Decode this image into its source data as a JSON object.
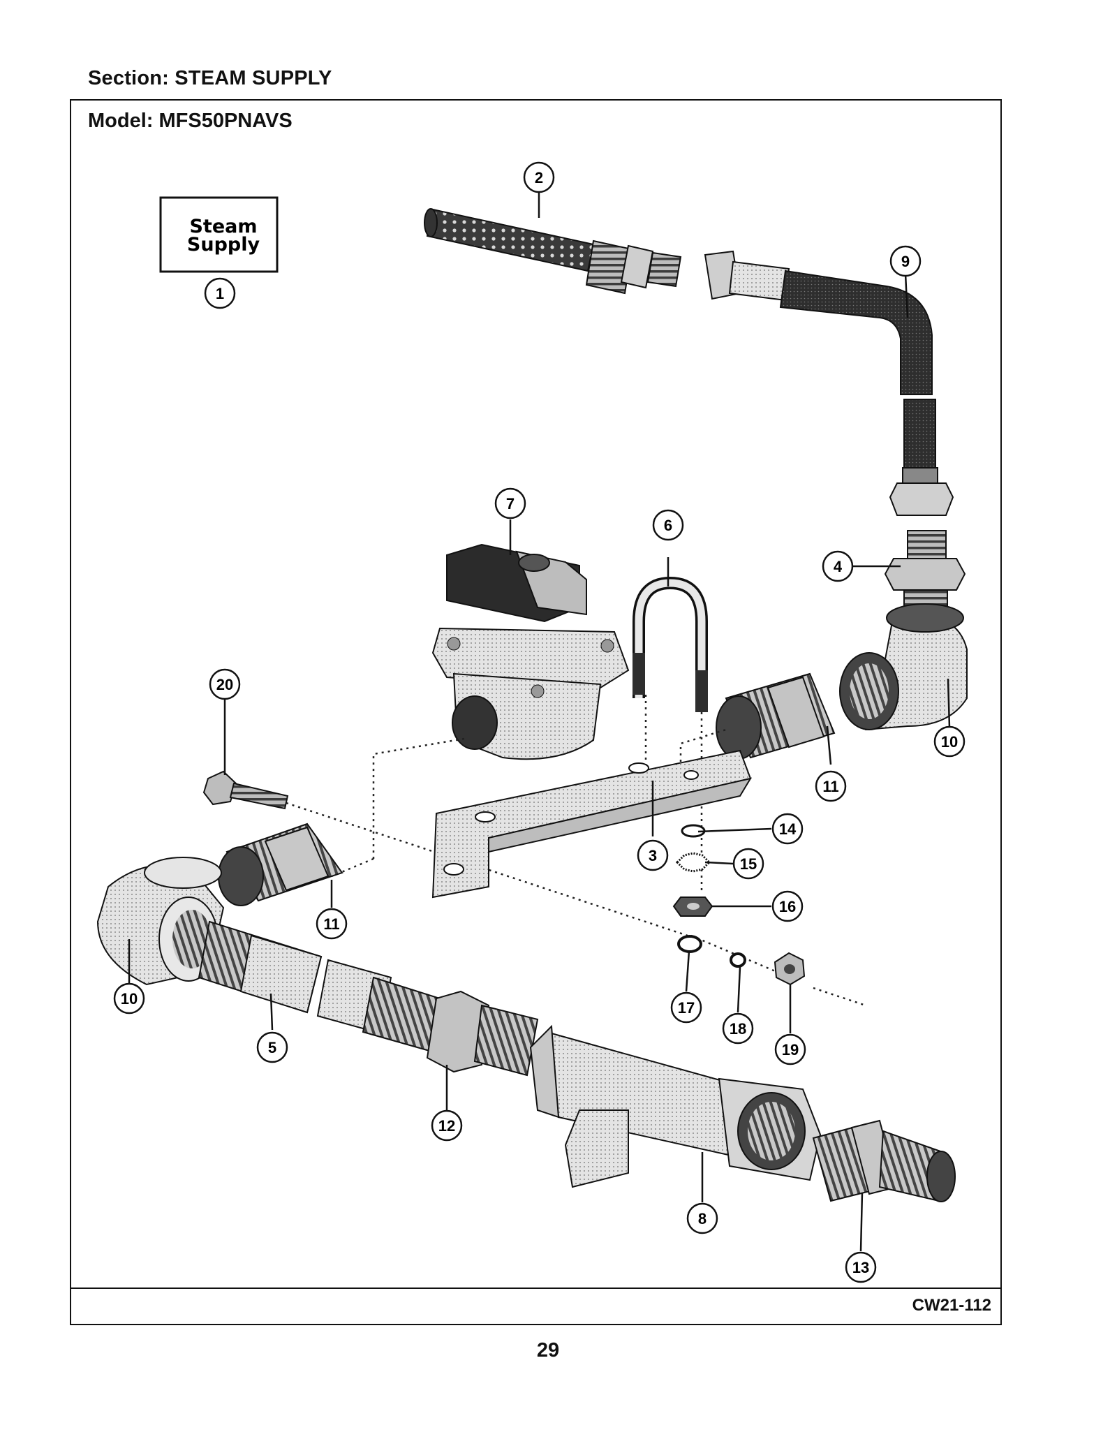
{
  "header": {
    "section": "Section:  STEAM SUPPLY",
    "model": "Model:  MFS50PNAVS"
  },
  "label_box": {
    "line1": "Steam",
    "line2": "Supply"
  },
  "callouts": [
    "1",
    "2",
    "3",
    "4",
    "5",
    "6",
    "7",
    "8",
    "9",
    "10",
    "10",
    "11",
    "11",
    "12",
    "13",
    "14",
    "15",
    "16",
    "17",
    "18",
    "19",
    "20"
  ],
  "footer": {
    "code": "CW21-112",
    "page": "29"
  }
}
